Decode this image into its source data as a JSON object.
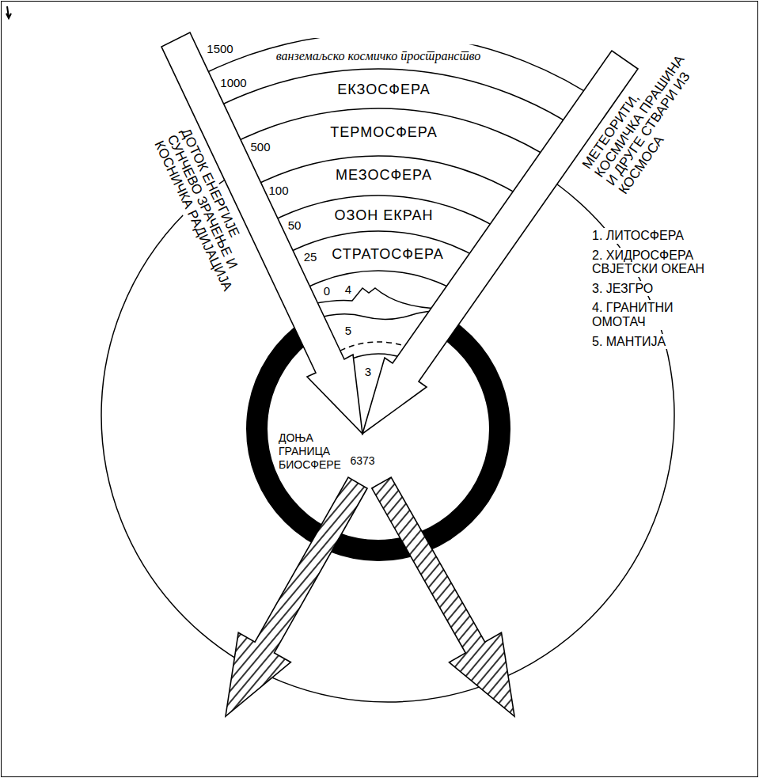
{
  "diagram": {
    "labels": [
      "ванземаљско космичко пространство",
      "1500",
      "1000",
      "ЕКЗОСФЕРА",
      "500",
      "ТЕРМОСФЕРА",
      "100",
      "МЕЗОСФЕРА",
      "50",
      "ОЗОН ЕКРАН",
      "25",
      "СТРАТОСФЕРА",
      "0",
      "4",
      "5",
      "3",
      "ДОТОК ЕНЕРГИЈЕ СУНЧЕВО ЗРАЧЕЊЕ И КОСНИЧКА РАДИЈАЦИЈА",
      "МЕТЕОРИТИ, КОСМИЧКА ПРАШИНА И ДРУГЕ СТВАРИ ИЗ КОСМОСА",
      "1. ЛИТОСФЕРА",
      "2. ХИДРОСФЕРА СВЈЕТСКИ ОКЕАН",
      "3. ЈЕЗГРО",
      "4. ГРАНИТНИ ОМОТАЧ",
      "5. МАНТИЈА",
      "ДОЊА ГРАНИЦА БИОСФЕРЕ",
      "6373"
    ]
  }
}
